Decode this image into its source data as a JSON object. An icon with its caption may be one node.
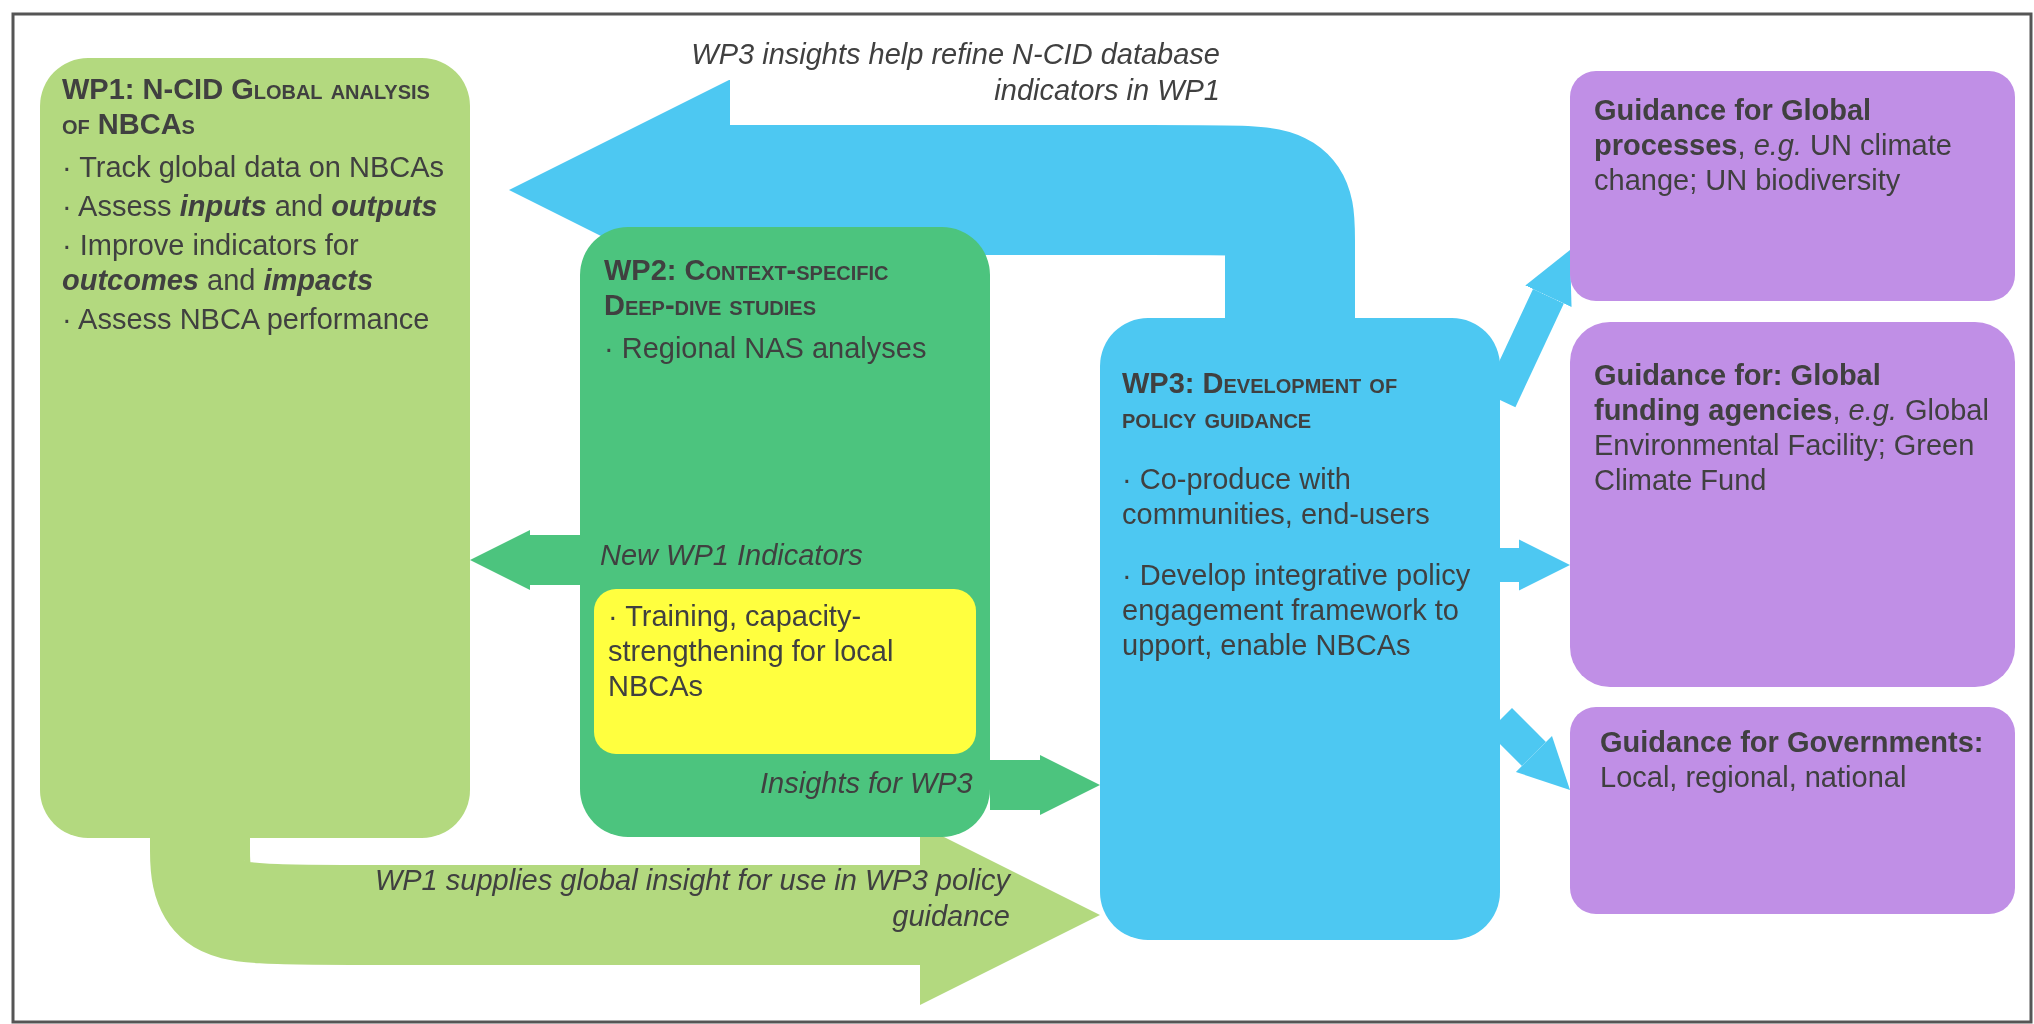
{
  "diagram": {
    "nodes": [
      {
        "text": [
          "WP1: N-CID Global analysis of NBCAs",
          "· Track global data on NBCAs",
          "· Assess **inputs** and **outputs**",
          "· Improve indicators for **outcomes** and **impacts**",
          "· Assess NBCA performance"
        ]
      },
      {
        "text": [
          "WP2: Context-specific Deep-dive studies",
          "· Regional NAS analyses"
        ]
      },
      {
        "text": [
          "· Training, capacity-strengthening for local NBCAs"
        ],
        "in": 1
      },
      {
        "text": [
          "WP3: Development of policy guidance",
          "· Co-produce with communities, end-users",
          "· Develop integrative policy engagement framework to upport, enable NBCAs"
        ]
      },
      {
        "text": [
          "**Guidance for Global processes**, *e.g.* UN climate change; UN biodiversity"
        ]
      },
      {
        "text": [
          "**Guidance for: Global funding agencies**, *e.g.* Global Environmental Facility; Green Climate Fund"
        ]
      },
      {
        "text": [
          "**Guidance for Governments:** Local, regional, national"
        ]
      }
    ],
    "edges": [
      {
        "from": 3,
        "to": 0,
        "arrow": "to",
        "label": "WP3 insights help refine N-CID database indicators in WP1",
        "style": "thick",
        "color": "#4dc8f2"
      },
      {
        "from": 1,
        "to": 0,
        "arrow": "to",
        "label": "New WP1 Indicators",
        "color": "#4cc47e"
      },
      {
        "from": 1,
        "to": 3,
        "arrow": "to",
        "label": "Insights for WP3",
        "color": "#4cc47e"
      },
      {
        "from": 0,
        "to": 3,
        "arrow": "to",
        "label": "WP1 supplies global insight for use in WP3 policy guidance",
        "style": "thick",
        "color": "#b3d97f"
      },
      {
        "from": 3,
        "to": 4,
        "arrow": "to",
        "color": "#4dc8f2"
      },
      {
        "from": 3,
        "to": 5,
        "arrow": "to",
        "color": "#4dc8f2"
      },
      {
        "from": 3,
        "to": 6,
        "arrow": "to",
        "color": "#4dc8f2"
      }
    ]
  }
}
